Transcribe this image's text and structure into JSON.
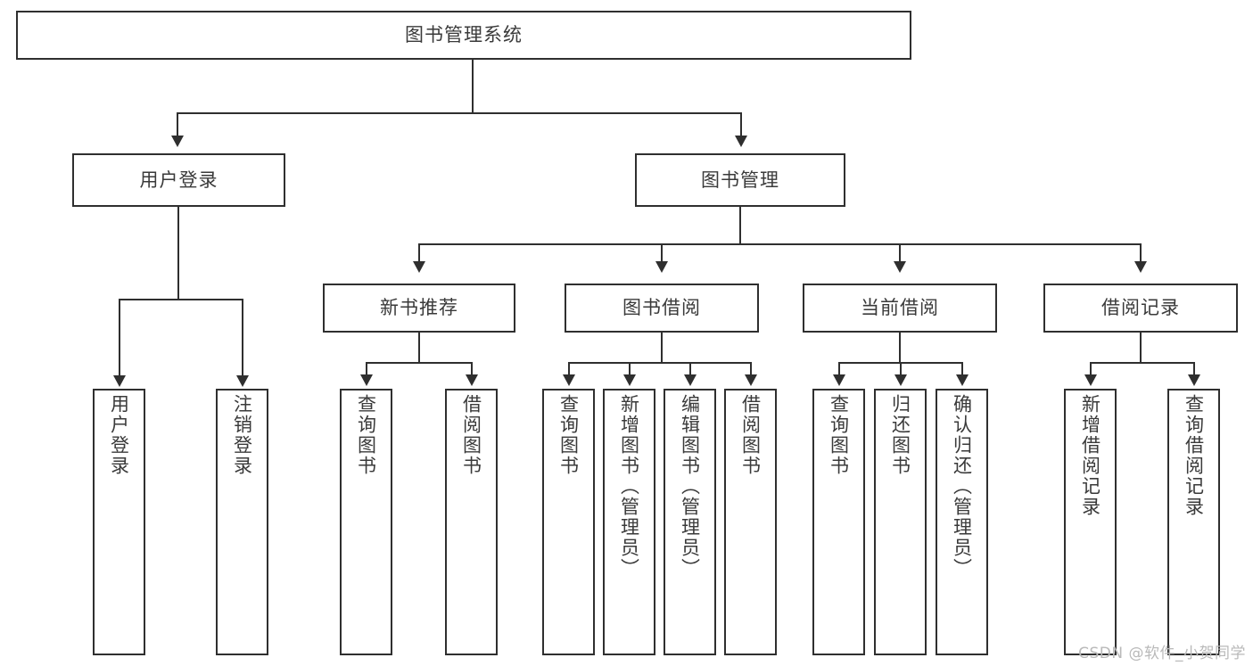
{
  "diagram": {
    "title": "图书管理系统",
    "root": {
      "label": "图书管理系统"
    },
    "level2": [
      {
        "label": "用户登录"
      },
      {
        "label": "图书管理"
      }
    ],
    "level3": [
      {
        "label": "新书推荐"
      },
      {
        "label": "图书借阅"
      },
      {
        "label": "当前借阅"
      },
      {
        "label": "借阅记录"
      }
    ],
    "leaves": {
      "user_login": [
        {
          "label": "用户登录"
        },
        {
          "label": "注销登录"
        }
      ],
      "new_book_recommend": [
        {
          "label": "查询图书"
        },
        {
          "label": "借阅图书"
        }
      ],
      "book_borrow": [
        {
          "label": "查询图书"
        },
        {
          "label": "新增图书（管理员）"
        },
        {
          "label": "编辑图书（管理员）"
        },
        {
          "label": "借阅图书"
        }
      ],
      "current_borrow": [
        {
          "label": "查询图书"
        },
        {
          "label": "归还图书"
        },
        {
          "label": "确认归还（管理员）"
        }
      ],
      "borrow_record": [
        {
          "label": "新增借阅记录"
        },
        {
          "label": "查询借阅记录"
        }
      ]
    }
  },
  "watermark": {
    "text": "CSDN @软件_小贺同学"
  },
  "colors": {
    "stroke": "#2f2f2f",
    "background": "#ffffff",
    "text": "#3a3a3a",
    "watermark": "#b9b9b9"
  }
}
